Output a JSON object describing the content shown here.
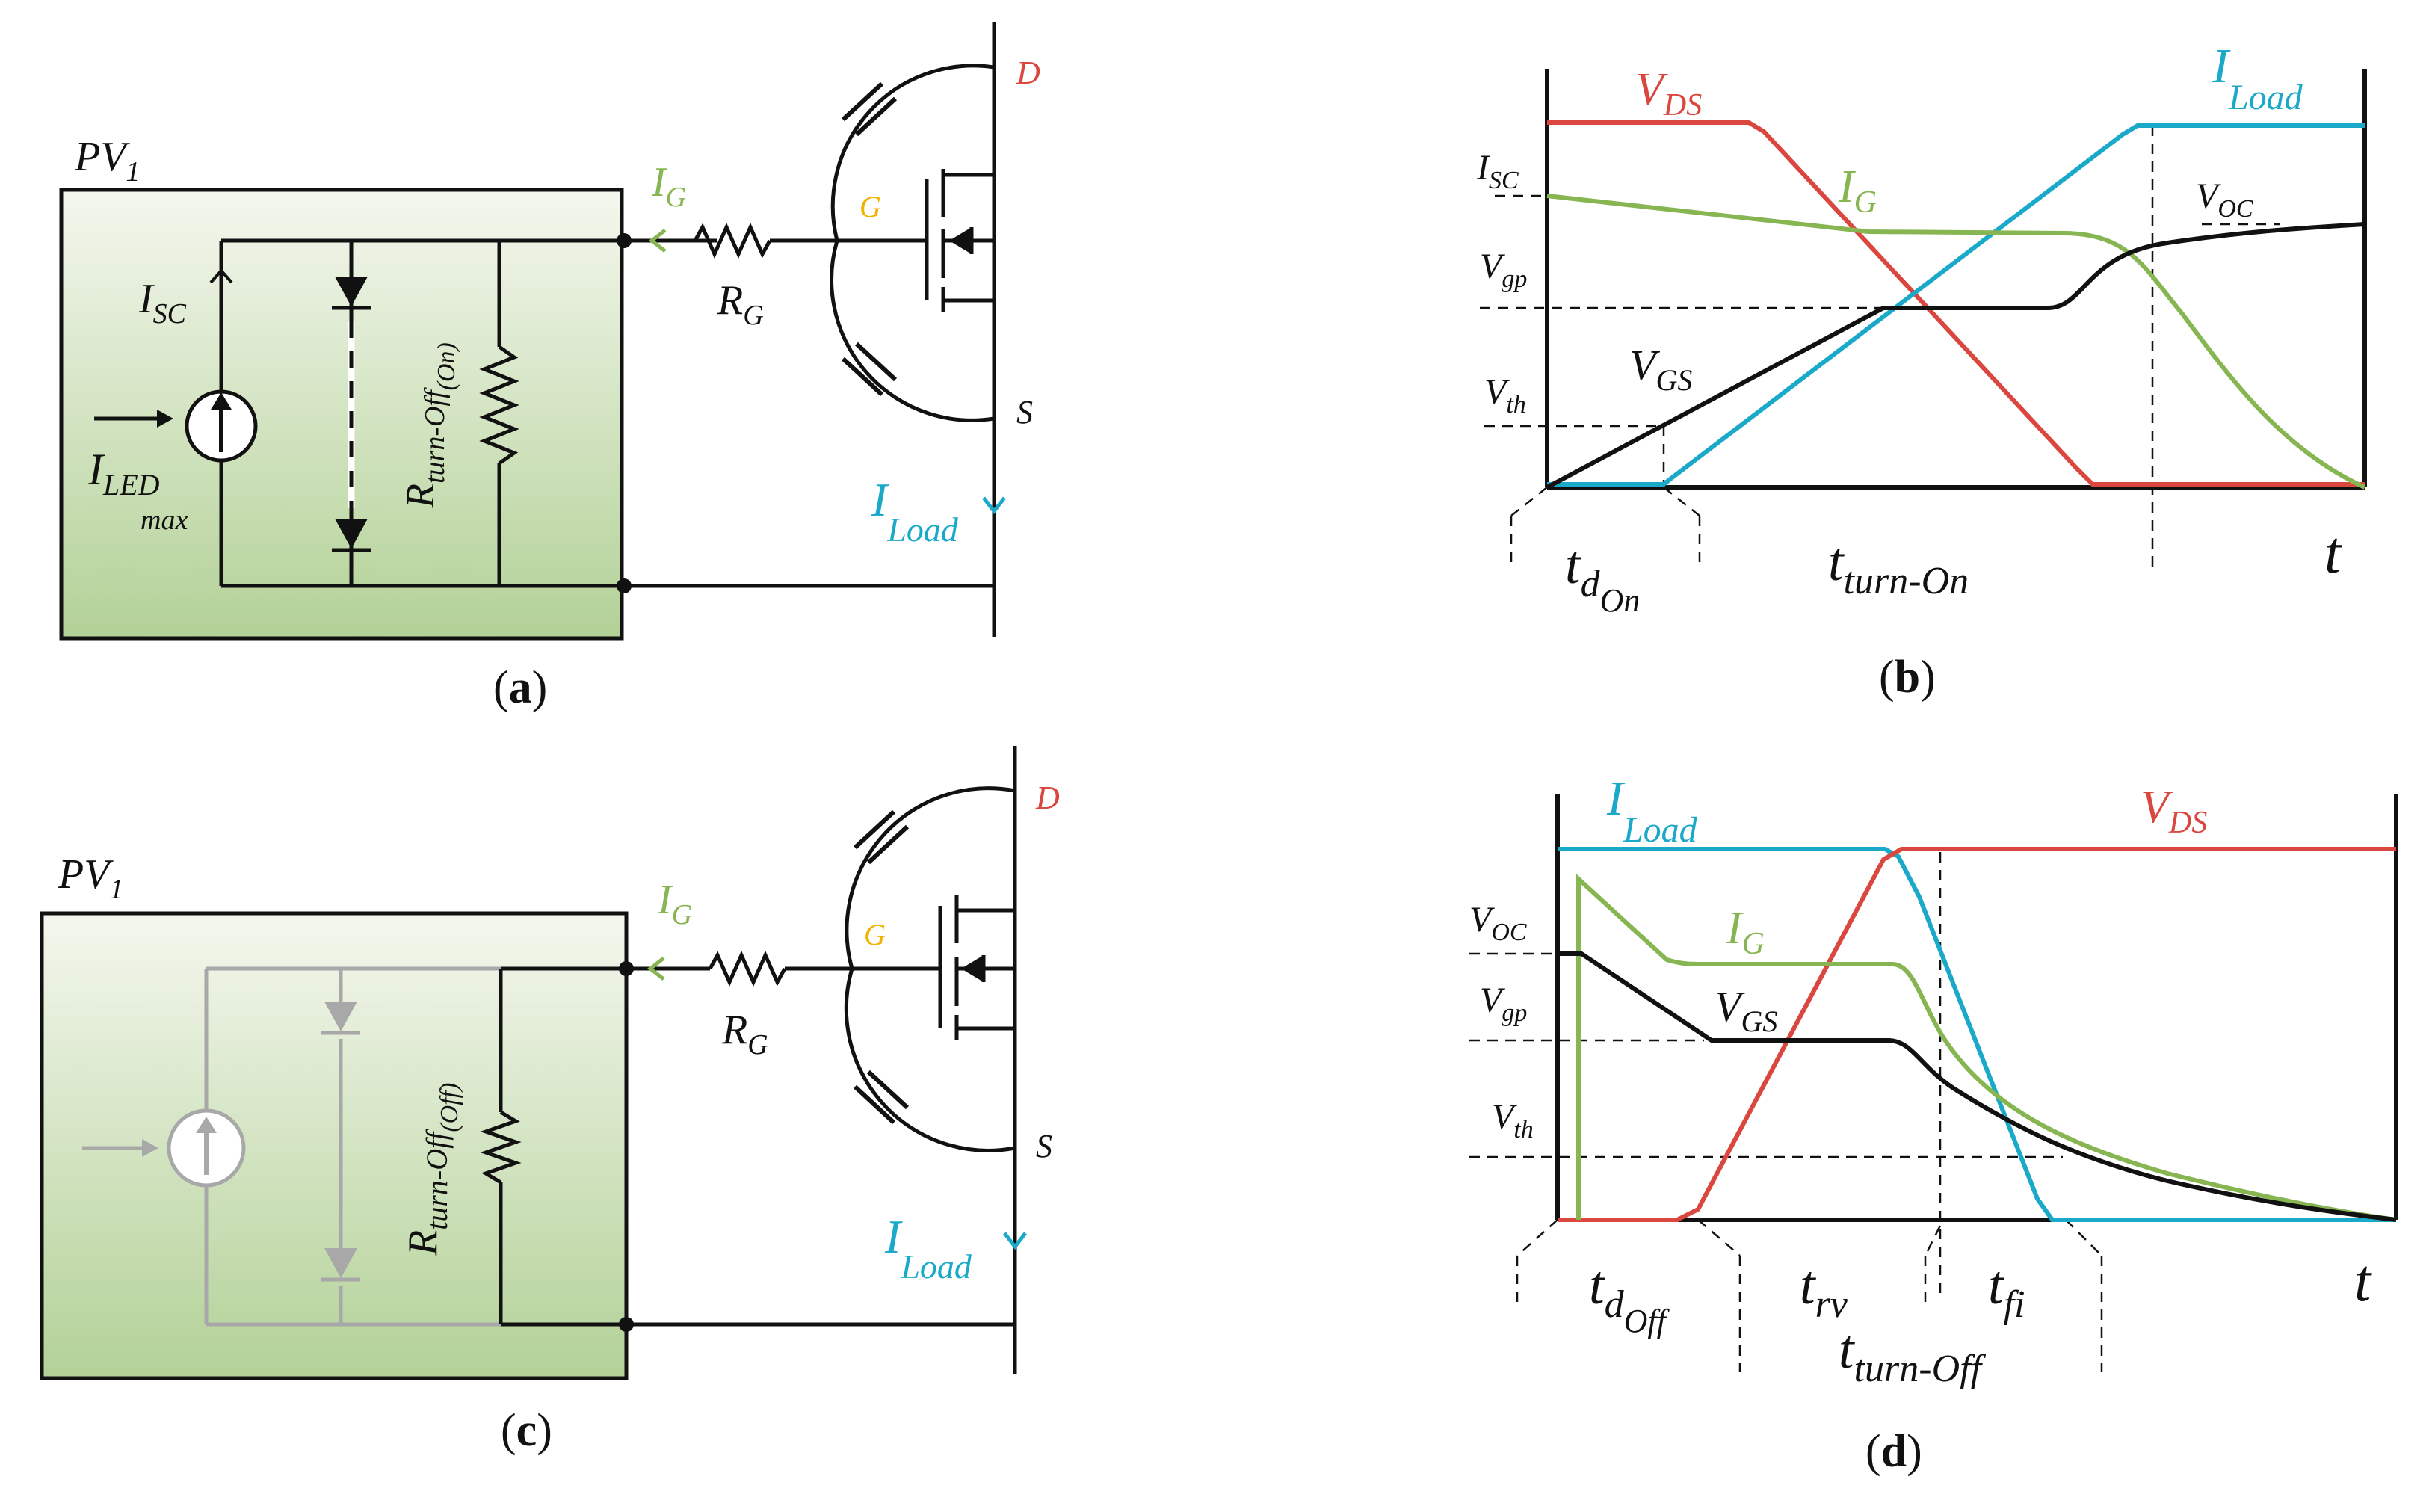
{
  "colors": {
    "vds": "#d9473f",
    "ig": "#86b551",
    "iload": "#1aa9c8",
    "gate": "#f0b400",
    "black": "#111111",
    "grey": "#a8a8a8",
    "pv_fill_top": "#f2f6ea",
    "pv_fill_bottom": "#b6d49a"
  },
  "panels": {
    "a": {
      "label_open": "(",
      "label_letter": "a",
      "label_close": ")",
      "pv": {
        "main": "PV",
        "sub": "1"
      },
      "isc": {
        "main": "I",
        "sub": "SC"
      },
      "iled": {
        "main": "I",
        "sub": "LED",
        "subsub": "max"
      },
      "r": {
        "main": "R",
        "sub": "turn-Off",
        "subsub": "(On)"
      },
      "ig": {
        "main": "I",
        "sub": "G"
      },
      "rg": {
        "main": "R",
        "sub": "G"
      },
      "g": "G",
      "d": "D",
      "s": "S",
      "iload": {
        "main": "I",
        "sub": "Load"
      }
    },
    "b": {
      "label_open": "(",
      "label_letter": "b",
      "label_close": ")",
      "vds": {
        "main": "V",
        "sub": "DS"
      },
      "iload": {
        "main": "I",
        "sub": "Load"
      },
      "isc": {
        "main": "I",
        "sub": "SC"
      },
      "ig": {
        "main": "I",
        "sub": "G"
      },
      "voc": {
        "main": "V",
        "sub": "OC"
      },
      "vgp": {
        "main": "V",
        "sub": "gp"
      },
      "vgs": {
        "main": "V",
        "sub": "GS"
      },
      "vth": {
        "main": "V",
        "sub": "th"
      },
      "td": {
        "main": "t",
        "sub": "d",
        "subsub": "On"
      },
      "tturn": {
        "main": "t",
        "sub": "turn-On"
      },
      "t": "t"
    },
    "c": {
      "label_open": "(",
      "label_letter": "c",
      "label_close": ")",
      "pv": {
        "main": "PV",
        "sub": "1"
      },
      "r": {
        "main": "R",
        "sub": "turn-Off",
        "subsub": "(Off)"
      },
      "ig": {
        "main": "I",
        "sub": "G"
      },
      "rg": {
        "main": "R",
        "sub": "G"
      },
      "g": "G",
      "d": "D",
      "s": "S",
      "iload": {
        "main": "I",
        "sub": "Load"
      }
    },
    "d": {
      "label_open": "(",
      "label_letter": "d",
      "label_close": ")",
      "iload": {
        "main": "I",
        "sub": "Load"
      },
      "vds": {
        "main": "V",
        "sub": "DS"
      },
      "voc": {
        "main": "V",
        "sub": "OC"
      },
      "ig": {
        "main": "I",
        "sub": "G"
      },
      "vgp": {
        "main": "V",
        "sub": "gp"
      },
      "vgs": {
        "main": "V",
        "sub": "GS"
      },
      "vth": {
        "main": "V",
        "sub": "th"
      },
      "td": {
        "main": "t",
        "sub": "d",
        "subsub": "Off"
      },
      "trv": {
        "main": "t",
        "sub": "rv"
      },
      "tfi": {
        "main": "t",
        "sub": "fi"
      },
      "tturn": {
        "main": "t",
        "sub": "turn-Off"
      },
      "t": "t"
    }
  }
}
